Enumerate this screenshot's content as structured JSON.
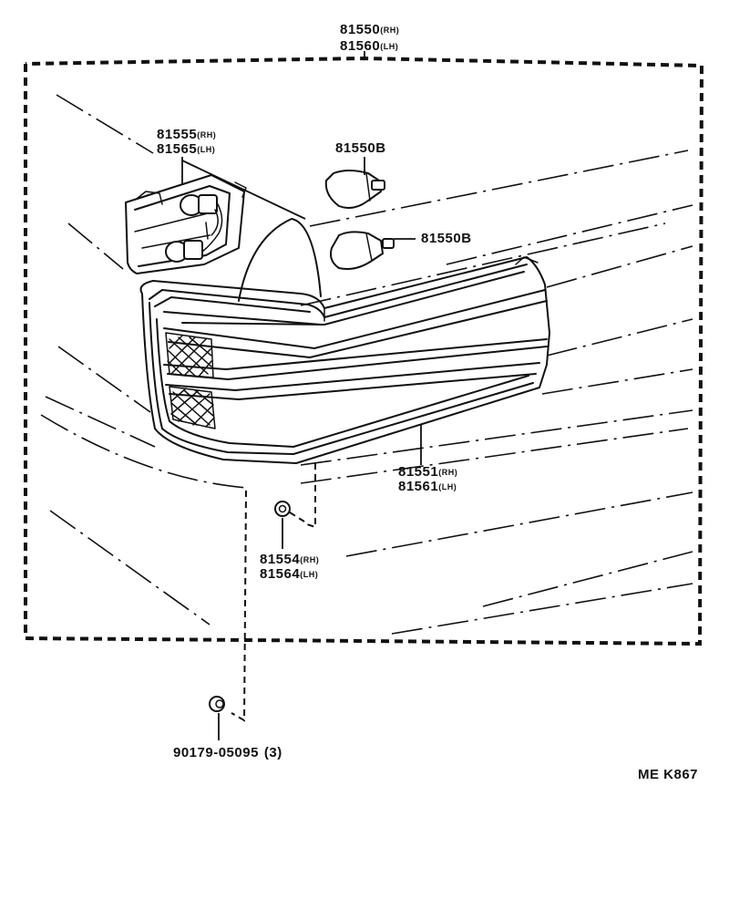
{
  "callouts": {
    "assembly": {
      "rh": "81550",
      "rh_tag": "(RH)",
      "lh": "81560",
      "lh_tag": "(LH)"
    },
    "socket": {
      "rh": "81555",
      "rh_tag": "(RH)",
      "lh": "81565",
      "lh_tag": "(LH)"
    },
    "bulb_upper": {
      "part": "81550B"
    },
    "bulb_lower": {
      "part": "81550B"
    },
    "lens": {
      "rh": "81551",
      "rh_tag": "(RH)",
      "lh": "81561",
      "lh_tag": "(LH)"
    },
    "nut": {
      "rh": "81554",
      "rh_tag": "(RH)",
      "lh": "81564",
      "lh_tag": "(LH)"
    },
    "clip": {
      "part": "90179-05095",
      "qty": "(3)"
    }
  },
  "diagram_code": "ME K867"
}
